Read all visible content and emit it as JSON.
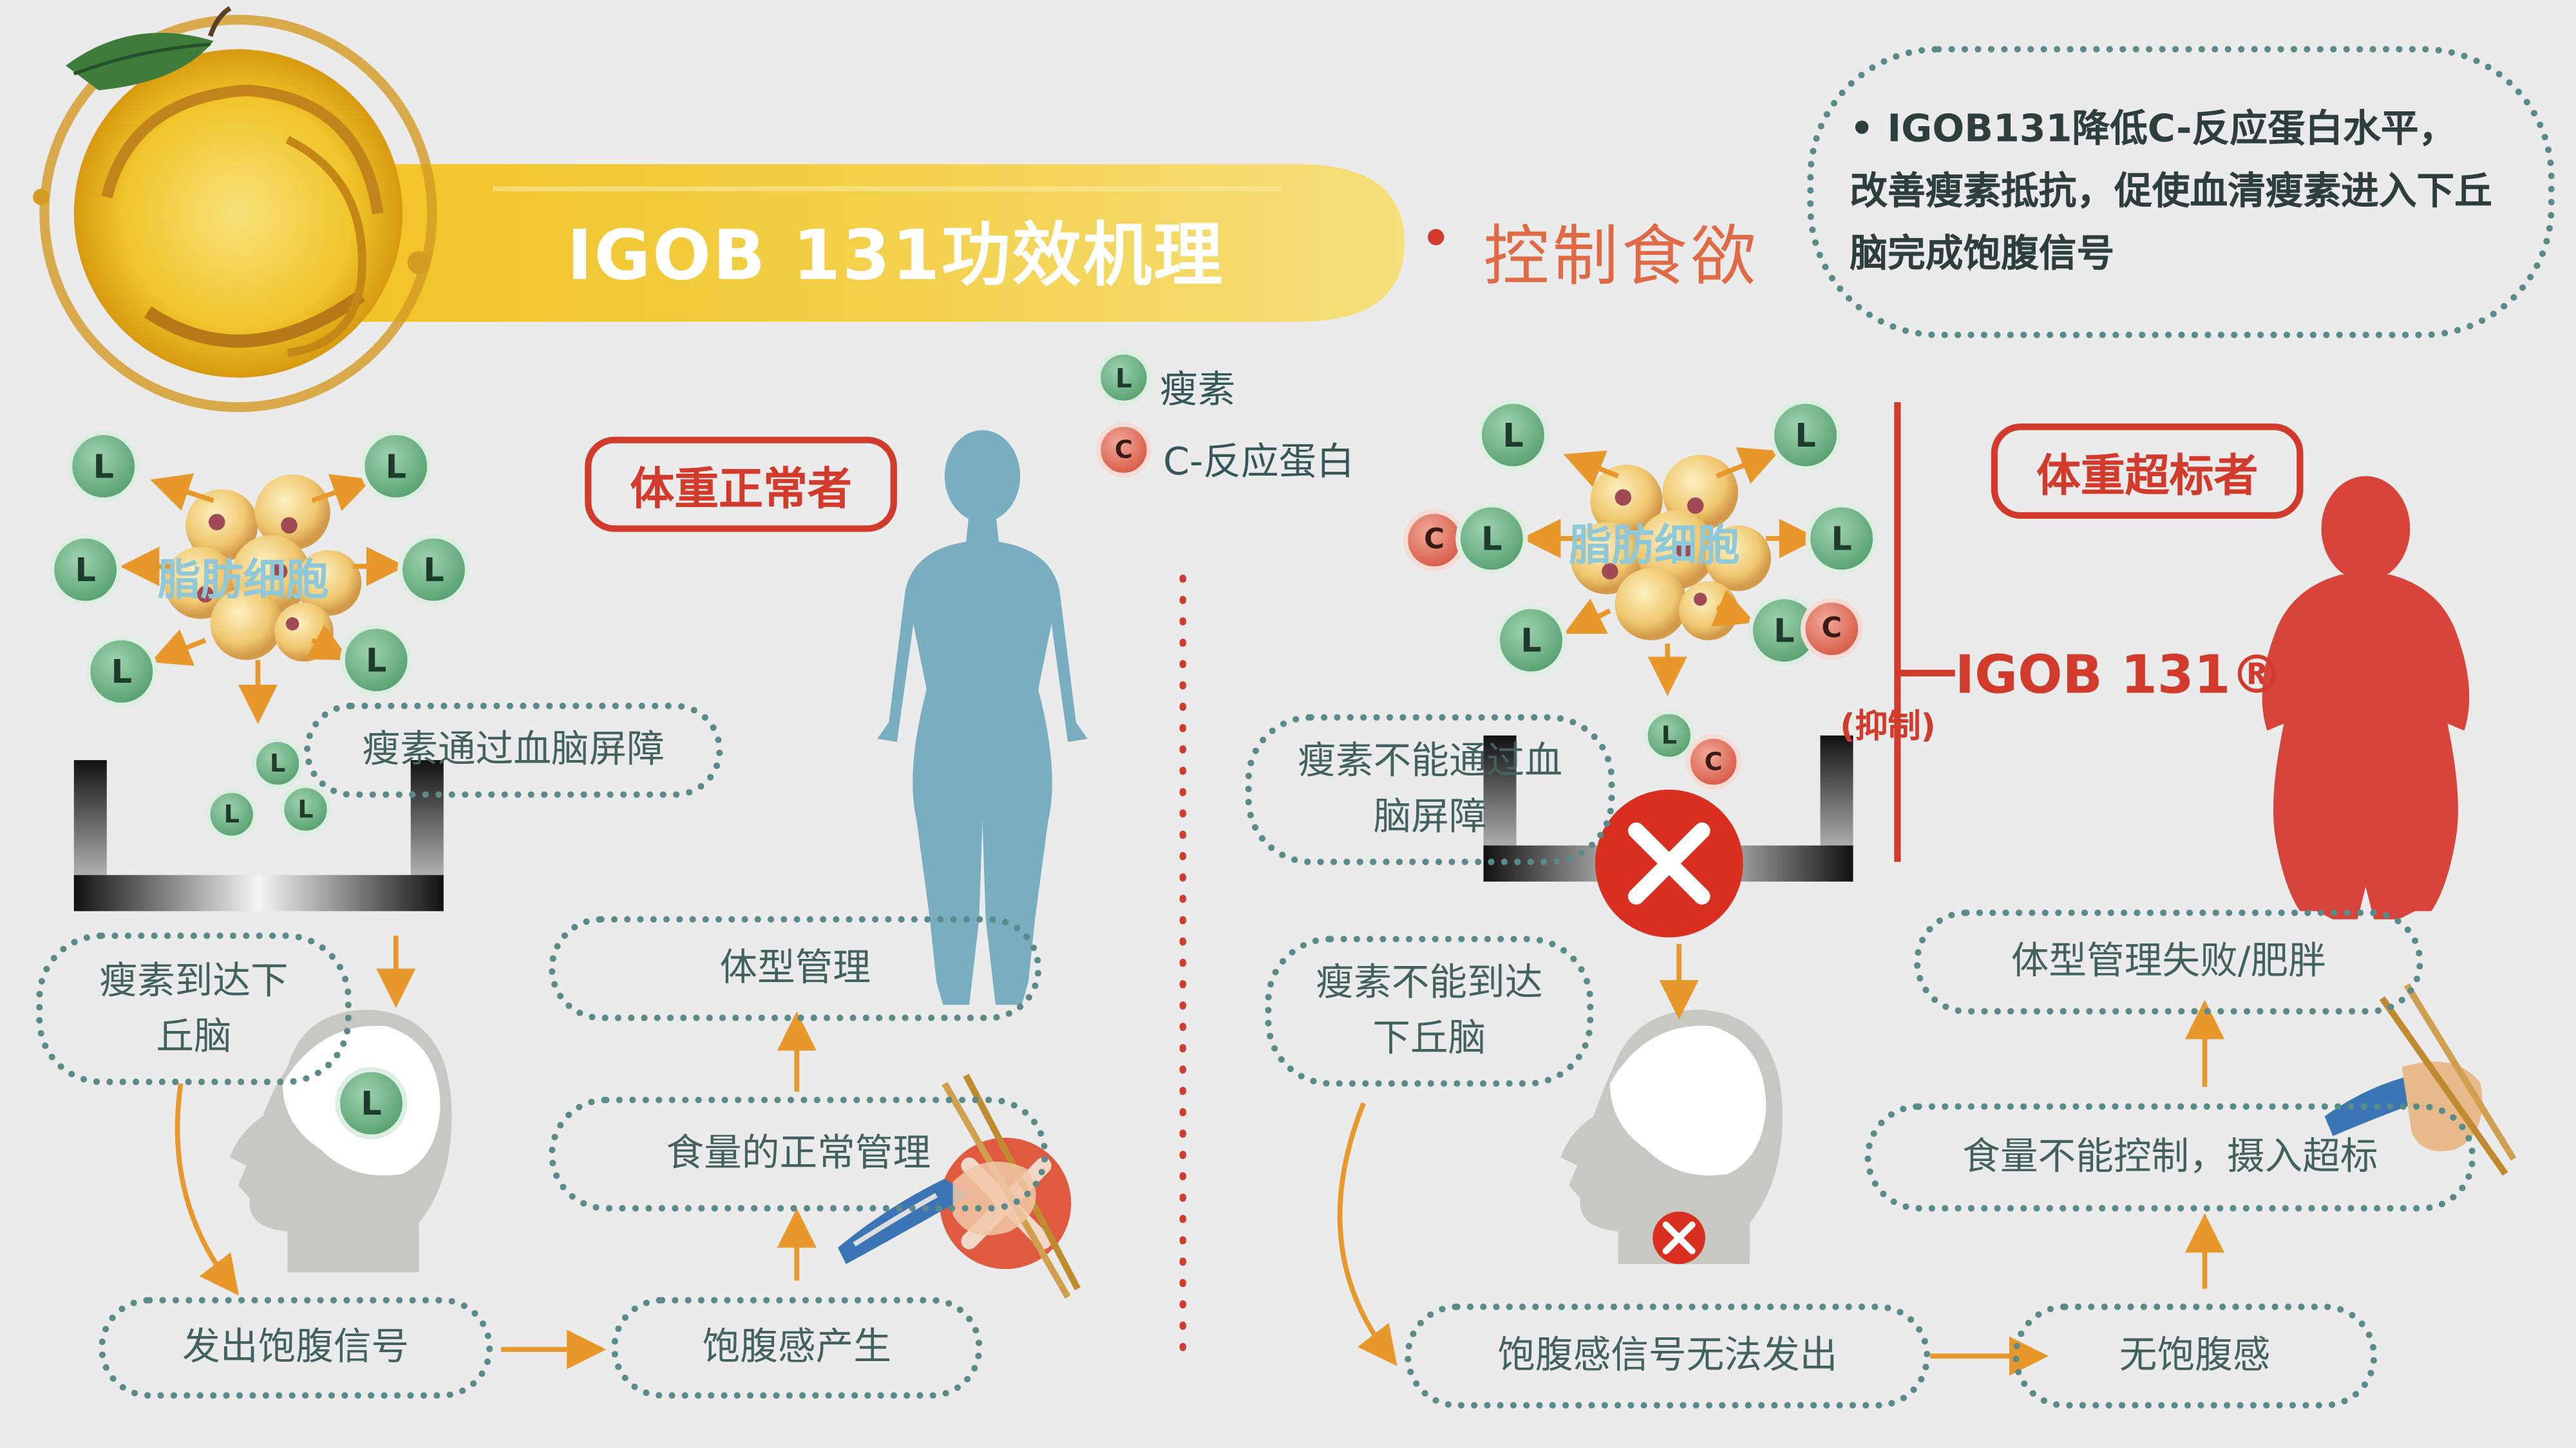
{
  "header": {
    "title": "IGOB 131功效机理",
    "subtitle_bullet": "•",
    "subtitle": "控制食欲",
    "note": "• IGOB131降低C-反应蛋白水平，\n改善瘦素抵抗，促使血清瘦素进入下丘\n脑完成饱腹信号"
  },
  "legend": {
    "leptin_symbol": "L",
    "leptin_label": "瘦素",
    "crp_symbol": "C",
    "crp_label": "C-反应蛋白"
  },
  "left": {
    "badge": "体重正常者",
    "fat_cells_label": "脂肪细胞",
    "box_bbb": "瘦素通过血脑屏障",
    "box_reach": "瘦素到达下\n丘脑",
    "box_signal": "发出饱腹信号",
    "box_satiety": "饱腹感产生",
    "box_intake": "食量的正常管理",
    "box_shape": "体型管理",
    "leptin_symbol": "L"
  },
  "right": {
    "badge": "体重超标者",
    "fat_cells_label": "脂肪细胞",
    "box_bbb": "瘦素不能通过血\n脑屏障",
    "box_reach": "瘦素不能到达\n下丘脑",
    "box_signal": "饱腹感信号无法发出",
    "box_satiety": "无饱腹感",
    "box_intake": "食量不能控制，摄入超标",
    "box_shape": "体型管理失败/肥胖",
    "igob_label": "IGOB 131®",
    "igob_action": "(抑制)",
    "leptin_symbol": "L",
    "crp_symbol": "C"
  },
  "colors": {
    "background": "#ebebeb",
    "accent_red": "#d23a2c",
    "orange_arrow": "#e8982a",
    "teal_text": "#43625f",
    "leptin_green": "#5fa777",
    "crp_red": "#d85e4a",
    "normal_figure": "#79aec0",
    "overweight_figure": "#d8443a",
    "banner_yellow": "#f2c832"
  }
}
